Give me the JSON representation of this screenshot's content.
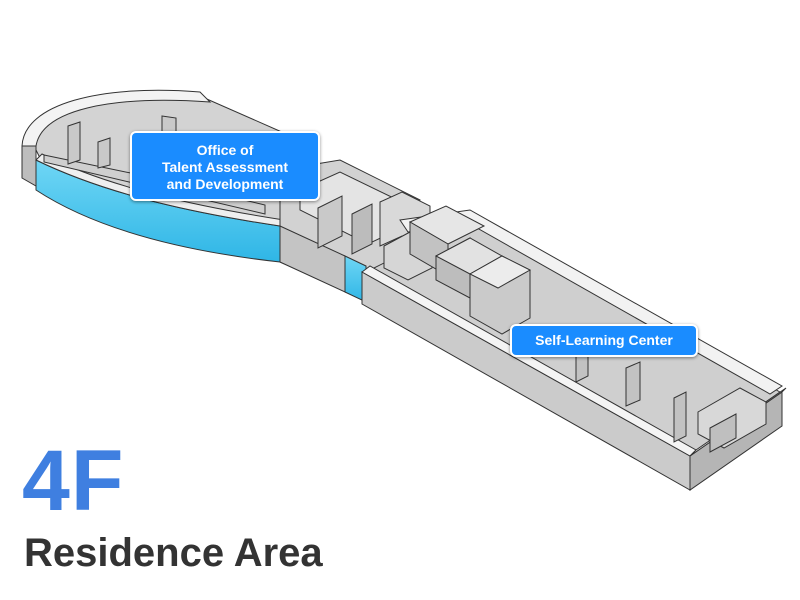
{
  "floor": {
    "number": "4F",
    "area_name": "Residence Area"
  },
  "rooms": [
    {
      "name_lines": [
        "Office of",
        "Talent Assessment",
        "and Development"
      ]
    },
    {
      "name": "Self-Learning Center"
    }
  ],
  "colors": {
    "label_bg": "#1a8cff",
    "floor_number": "#3f7fe0",
    "area_name": "#333333",
    "glass": "#3ec4ee",
    "wall_top": "#f4f4f4",
    "wall_face": "#c6c6c6",
    "floor_fill": "#d2d2d2"
  }
}
